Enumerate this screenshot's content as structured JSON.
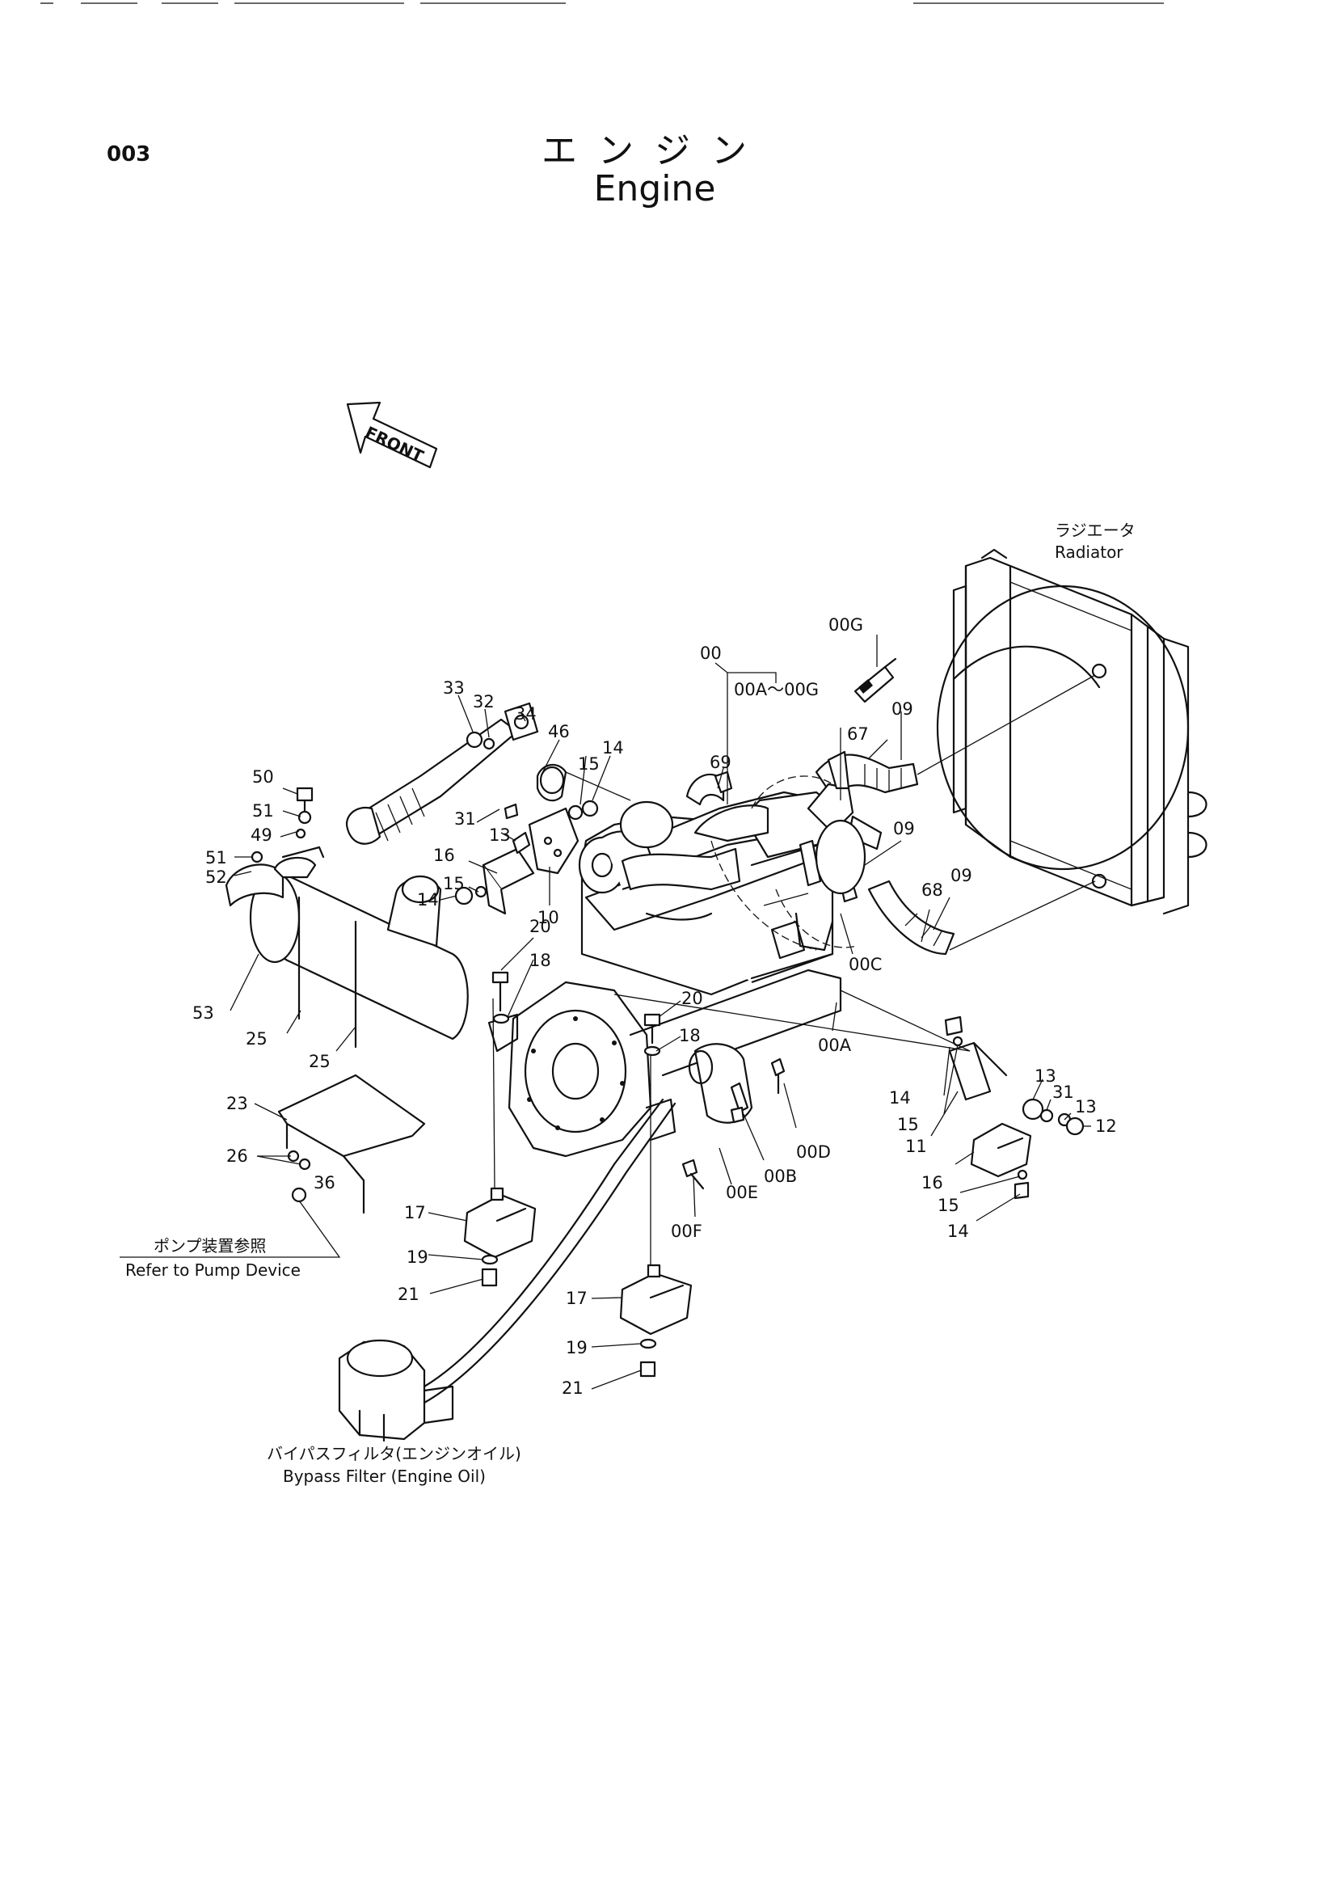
{
  "header": {
    "page_code": "003",
    "title_jp": "エンジン",
    "title_en": "Engine"
  },
  "labels": {
    "front": "FRONT",
    "radiator_jp": "ラジエータ",
    "radiator_en": "Radiator",
    "pump_ref_jp": "ポンプ装置参照",
    "pump_ref_en": "Refer  to Pump Device",
    "bypass_jp": "バイパスフィルタ(エンジンオイル)",
    "bypass_en": "Bypass  Filter (Engine  Oil)"
  },
  "callouts": {
    "c00": "00",
    "c00range": "00A～00G",
    "c00g": "00G",
    "c00a": "00A",
    "c00b": "00B",
    "c00c": "00C",
    "c00d": "00D",
    "c00e": "00E",
    "c00f": "00F",
    "c09a": "09",
    "c09b": "09",
    "c09c": "09",
    "c67": "67",
    "c68": "68",
    "c69": "69",
    "c33": "33",
    "c32": "32",
    "c34": "34",
    "c46": "46",
    "c15a": "15",
    "c14a": "14",
    "c31a": "31",
    "c13a": "13",
    "c16a": "16",
    "c15b": "15",
    "c14b": "14",
    "c10": "10",
    "c50": "50",
    "c51a": "51",
    "c49": "49",
    "c51b": "51",
    "c52": "52",
    "c53": "53",
    "c25a": "25",
    "c25b": "25",
    "c20a": "20",
    "c18a": "18",
    "c20b": "20",
    "c18b": "18",
    "c23": "23",
    "c26": "26",
    "c36": "36",
    "c17a": "17",
    "c19a": "19",
    "c21a": "21",
    "c17b": "17",
    "c19b": "19",
    "c21b": "21",
    "c14c": "14",
    "c15c": "15",
    "c11": "11",
    "c13b": "13",
    "c31b": "31",
    "c13c": "13",
    "c12": "12",
    "c16b": "16",
    "c15d": "15",
    "c14d": "14"
  }
}
